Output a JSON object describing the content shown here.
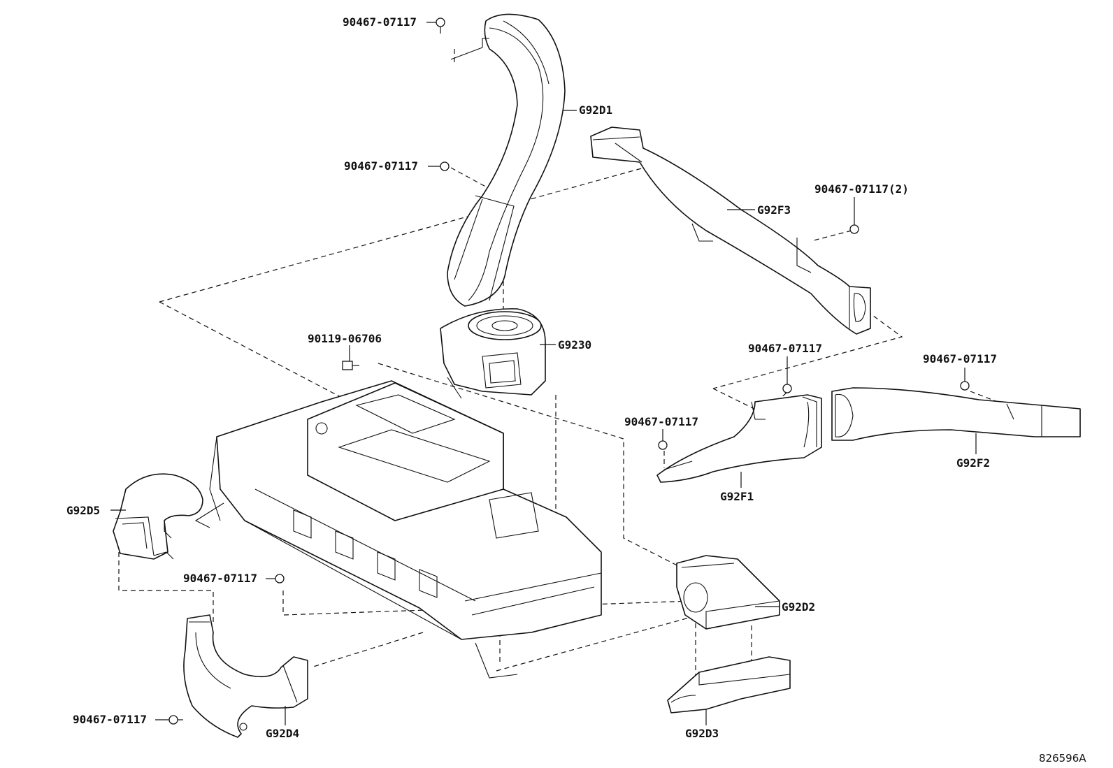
{
  "diagram": {
    "code": "826596A",
    "parts": [
      {
        "id": "g92d1",
        "label": "G92D1"
      },
      {
        "id": "g92f3",
        "label": "G92F3"
      },
      {
        "id": "g9230",
        "label": "G9230"
      },
      {
        "id": "g92f1",
        "label": "G92F1"
      },
      {
        "id": "g92f2",
        "label": "G92F2"
      },
      {
        "id": "g92d5",
        "label": "G92D5"
      },
      {
        "id": "g92d2",
        "label": "G92D2"
      },
      {
        "id": "g92d3",
        "label": "G92D3"
      },
      {
        "id": "g92d4",
        "label": "G92D4"
      }
    ],
    "fasteners": [
      {
        "id": "f1",
        "label": "90467-07117"
      },
      {
        "id": "f2",
        "label": "90467-07117"
      },
      {
        "id": "f3",
        "label": "90467-07117(2)"
      },
      {
        "id": "f4",
        "label": "90119-06706"
      },
      {
        "id": "f5",
        "label": "90467-07117"
      },
      {
        "id": "f6",
        "label": "90467-07117"
      },
      {
        "id": "f7",
        "label": "90467-07117"
      },
      {
        "id": "f8",
        "label": "90467-07117"
      },
      {
        "id": "f9",
        "label": "90467-07117"
      }
    ]
  }
}
